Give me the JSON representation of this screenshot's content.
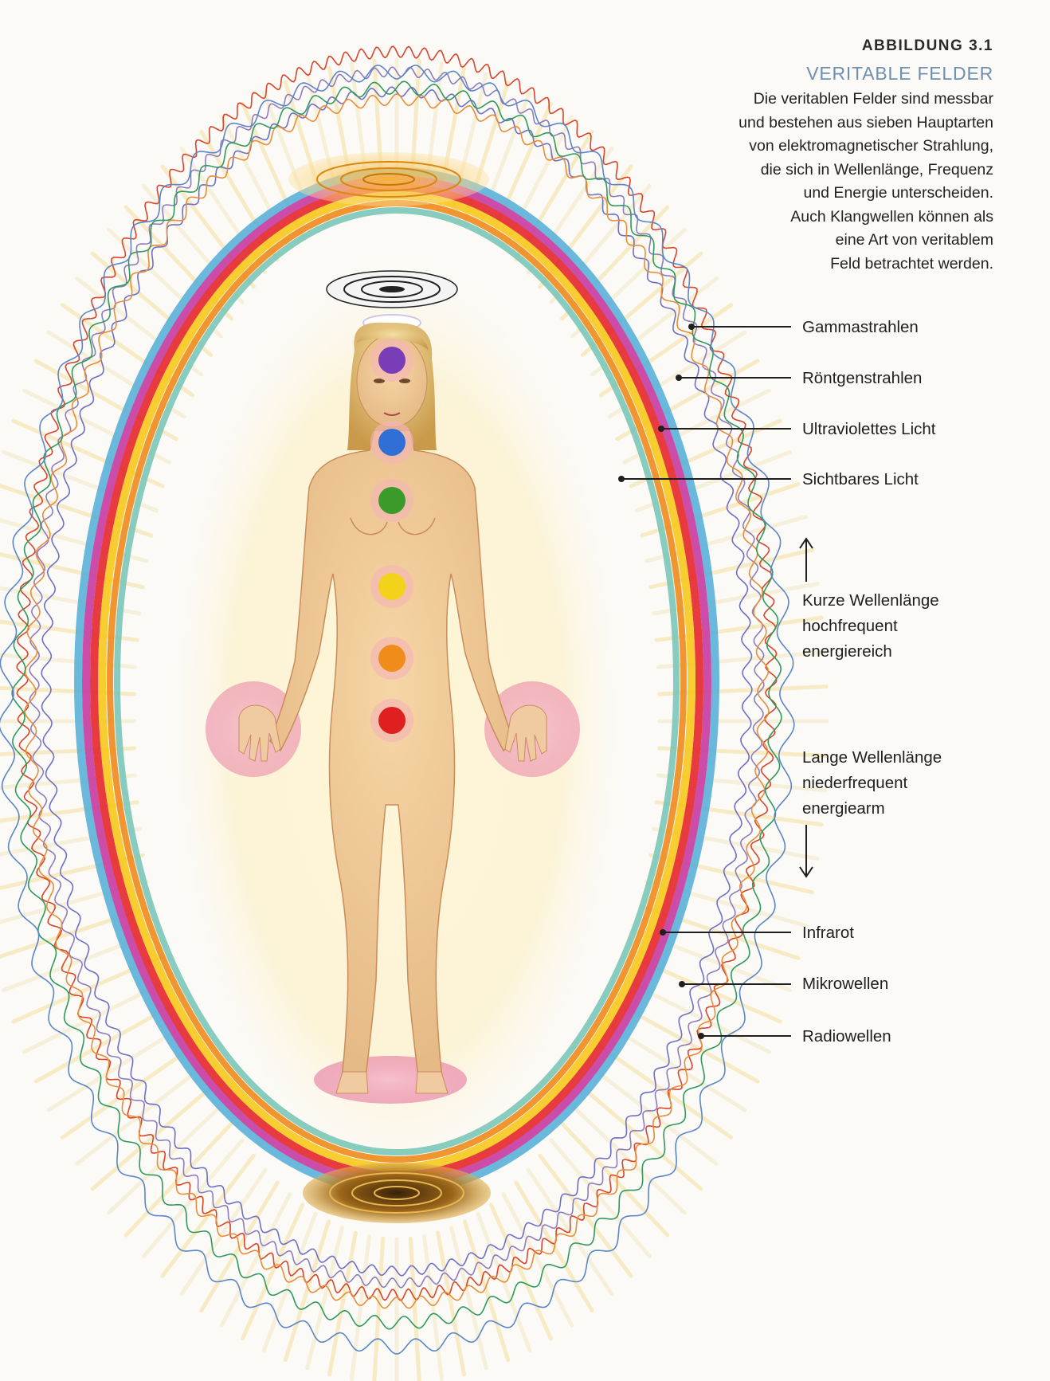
{
  "figure": {
    "label": "ABBILDUNG 3.1",
    "title": "VERITABLE FELDER",
    "description_lines": [
      "Die veritablen Felder sind messbar",
      "und bestehen aus sieben Hauptarten",
      "von elektromagnetischer Strahlung,",
      "die sich in Wellenlänge, Frequenz",
      "und Energie unterscheiden.",
      "Auch Klangwellen können als",
      "eine Art von veritablem",
      "Feld betrachtet werden."
    ]
  },
  "waves": [
    {
      "label": "Gammastrahlen",
      "color": "#d9452b"
    },
    {
      "label": "Röntgenstrahlen",
      "color": "#8e7dbd"
    },
    {
      "label": "Ultraviolettes Licht",
      "color": "#6f6fc7"
    },
    {
      "label": "Sichtbares Licht",
      "color": "#f2b21a"
    },
    {
      "label": "Infrarot",
      "color": "#e88d3a"
    },
    {
      "label": "Mikrowellen",
      "color": "#2f9a5c"
    },
    {
      "label": "Radiowellen",
      "color": "#5b86c7"
    }
  ],
  "short_wave": {
    "lines": [
      "Kurze Wellenlänge",
      "hochfrequent",
      "energiereich"
    ],
    "arrow_icon": "arrow-up-icon"
  },
  "long_wave": {
    "lines": [
      "Lange Wellenlänge",
      "niederfrequent",
      "energiearm"
    ],
    "arrow_icon": "arrow-down-icon"
  },
  "chakra_colors": [
    "#7a3db8",
    "#2f6fd6",
    "#3a9a2a",
    "#f3d21a",
    "#f08c1a",
    "#e02020"
  ],
  "field_colors": [
    "#5ab0d8",
    "#c73aa0",
    "#e6262a",
    "#f7c81c",
    "#f08a1c",
    "#7bc6b8"
  ]
}
